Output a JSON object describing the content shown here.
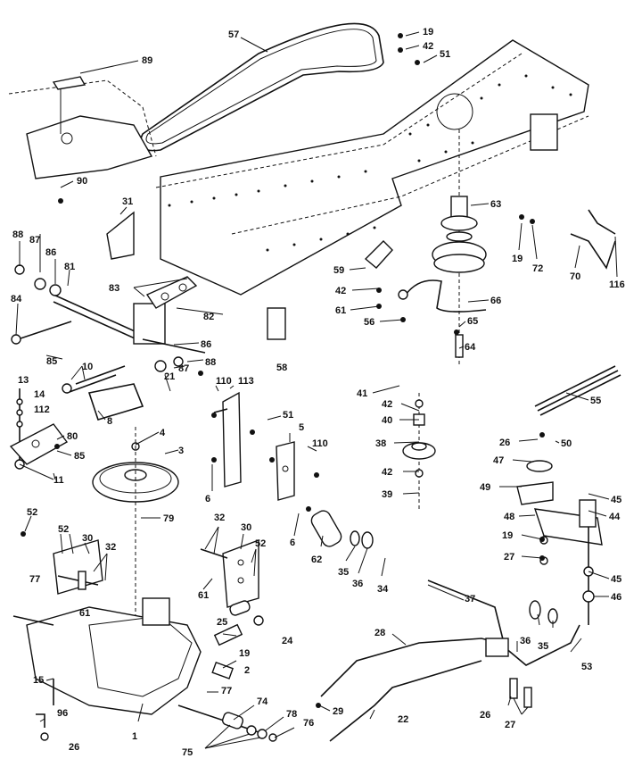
{
  "callouts": {
    "c1": "1",
    "c2": "2",
    "c3": "3",
    "c4": "4",
    "c5": "5",
    "c6": "6",
    "c8": "8",
    "c10": "10",
    "c11": "11",
    "c13": "13",
    "c14": "14",
    "c15": "15",
    "c19": "19",
    "c21": "21",
    "c22": "22",
    "c24": "24",
    "c25": "25",
    "c26": "26",
    "c27": "27",
    "c28": "28",
    "c29": "29",
    "c30": "30",
    "c31": "31",
    "c32": "32",
    "c34": "34",
    "c35": "35",
    "c36": "36",
    "c37": "37",
    "c38": "38",
    "c39": "39",
    "c40": "40",
    "c41": "41",
    "c42": "42",
    "c44": "44",
    "c45": "45",
    "c46": "46",
    "c47": "47",
    "c48": "48",
    "c49": "49",
    "c50": "50",
    "c51": "51",
    "c52": "52",
    "c53": "53",
    "c55": "55",
    "c56": "56",
    "c57": "57",
    "c58": "58",
    "c59": "59",
    "c61": "61",
    "c62": "62",
    "c63": "63",
    "c64": "64",
    "c65": "65",
    "c66": "66",
    "c70": "70",
    "c72": "72",
    "c74": "74",
    "c75": "75",
    "c76": "76",
    "c77": "77",
    "c78": "78",
    "c79": "79",
    "c80": "80",
    "c81": "81",
    "c82": "82",
    "c83": "83",
    "c84": "84",
    "c85": "85",
    "c86": "86",
    "c87": "87",
    "c88": "88",
    "c89": "89",
    "c90": "90",
    "c96": "96",
    "c110": "110",
    "c112": "112",
    "c113": "113",
    "c116": "116"
  },
  "colors": {
    "line": "#111111",
    "background": "#ffffff"
  }
}
